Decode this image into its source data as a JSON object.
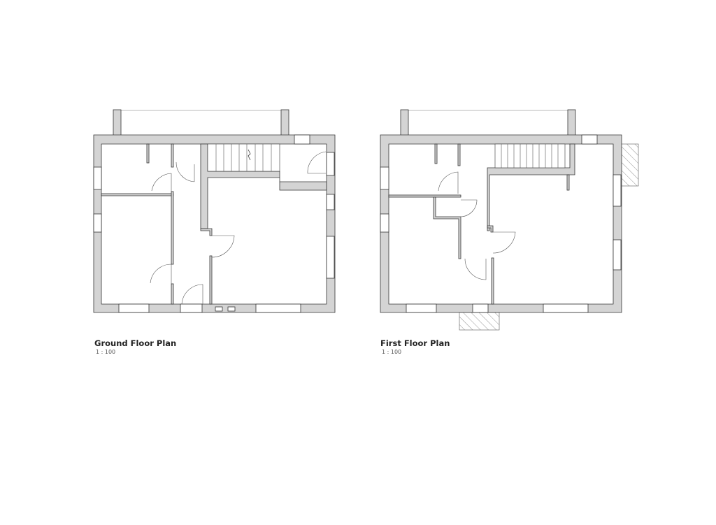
{
  "plans": [
    {
      "title": "Ground Floor Plan",
      "scale": "1 : 100"
    },
    {
      "title": "First Floor Plan",
      "scale": "1 : 100"
    }
  ],
  "colors": {
    "wall_fill": "#d4d4d4",
    "line": "#333333"
  }
}
